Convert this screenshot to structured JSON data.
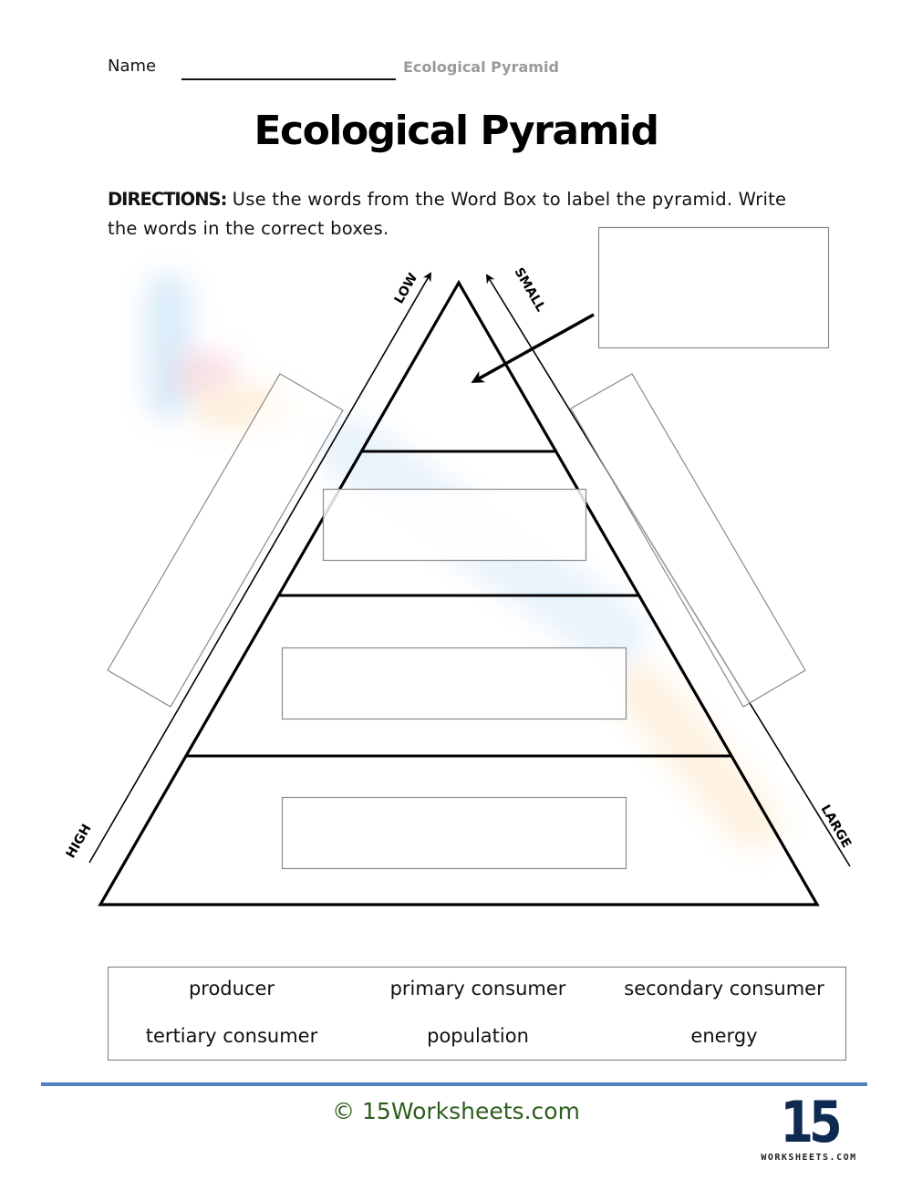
{
  "header": {
    "name_label": "Name",
    "worksheet_tag": "Ecological Pyramid"
  },
  "title": "Ecological Pyramid",
  "directions": {
    "lead": "DIRECTIONS:",
    "text": " Use the words from the Word Box to label the pyramid. Write the words in the correct boxes."
  },
  "diagram": {
    "left_axis": {
      "top_label": "LOW",
      "bottom_label": "HIGH"
    },
    "right_axis": {
      "top_label": "SMALL",
      "bottom_label": "LARGE"
    },
    "levels": 4,
    "answer_boxes": [
      {
        "id": "apex-callout",
        "value": ""
      },
      {
        "id": "level-2",
        "value": ""
      },
      {
        "id": "level-3",
        "value": ""
      },
      {
        "id": "level-4",
        "value": ""
      },
      {
        "id": "left-side",
        "value": ""
      },
      {
        "id": "right-side",
        "value": ""
      }
    ]
  },
  "word_box": {
    "words": [
      "producer",
      "primary consumer",
      "secondary consumer",
      "tertiary consumer",
      "population",
      "energy"
    ]
  },
  "footer": {
    "copyright": "© 15Worksheets.com",
    "logo_number": "15",
    "logo_text": "WORKSHEETS.COM"
  },
  "colors": {
    "footer_rule": "#4f81bd",
    "copyright_text": "#2e5e1e",
    "logo": "#0f2a52",
    "header_tag": "#9a9a9a"
  }
}
